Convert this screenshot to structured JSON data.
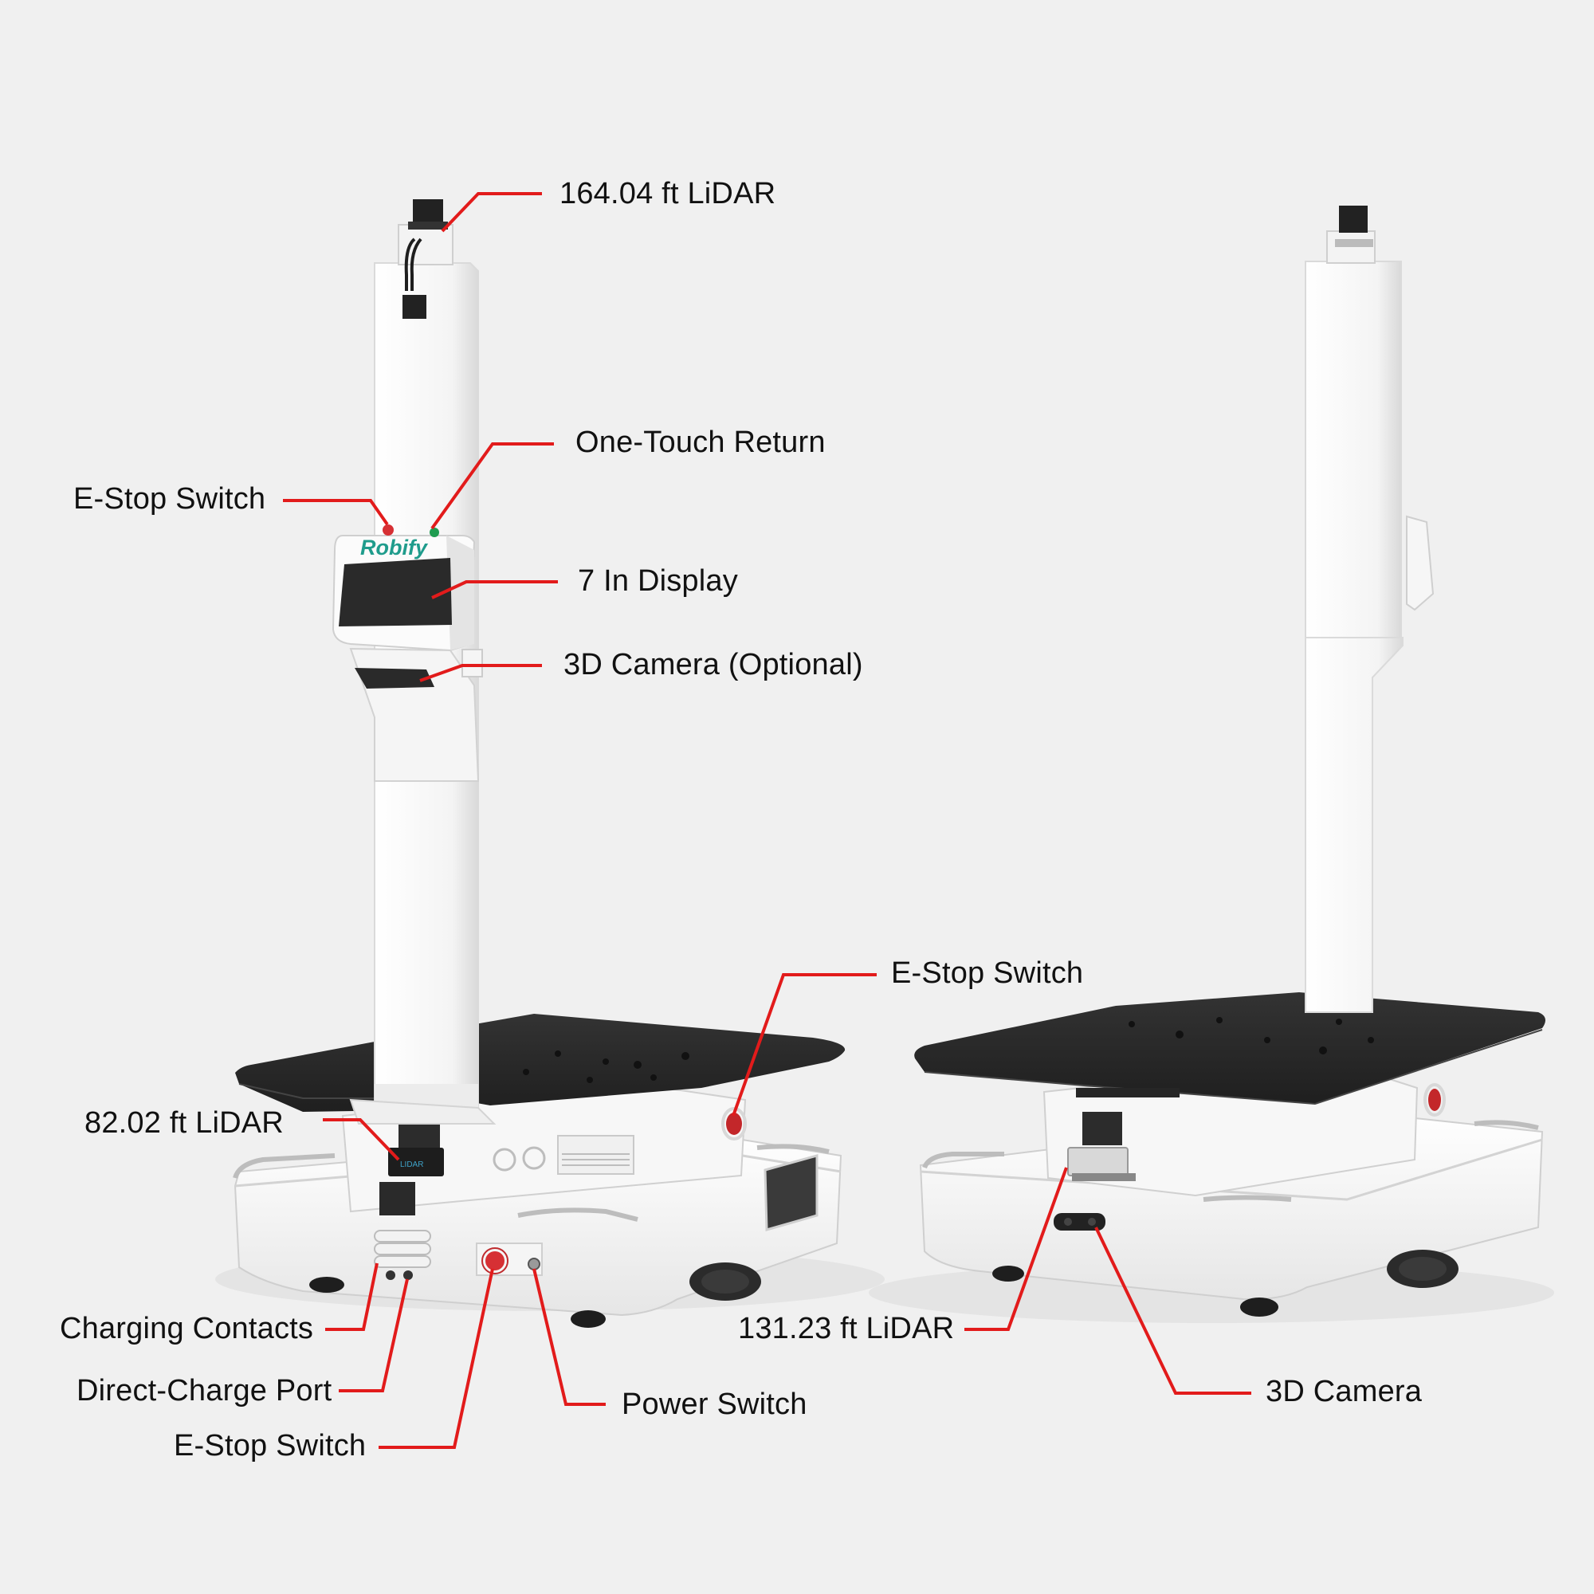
{
  "brand": {
    "logo_text": "Robify",
    "lidar_badge_text": "LIDAR"
  },
  "colors": {
    "background": "#f0f0f0",
    "leader_line": "#e21b1b",
    "body_white": "#fafafa",
    "plate_black": "#262626",
    "brand_teal": "#1f9c8c"
  },
  "callouts": {
    "lidar_top": "164.04 ft LiDAR",
    "one_touch_return": "One-Touch Return",
    "estop_top": "E-Stop Switch",
    "display": "7 In Display",
    "camera_optional": "3D Camera (Optional)",
    "estop_side": "E-Stop Switch",
    "lidar_front": "82.02 ft LiDAR",
    "charging_contacts": "Charging Contacts",
    "direct_charge_port": "Direct-Charge Port",
    "estop_front": "E-Stop Switch",
    "power_switch": "Power Switch",
    "lidar_rear": "131.23 ft LiDAR",
    "camera_rear": "3D Camera"
  }
}
